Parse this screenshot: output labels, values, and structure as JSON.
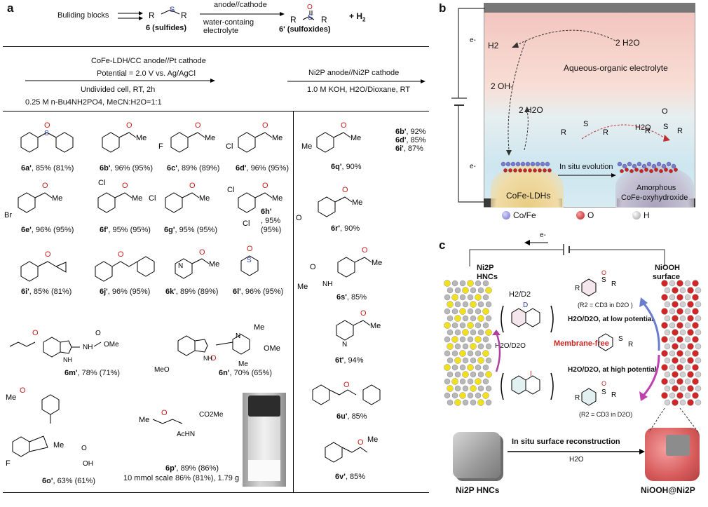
{
  "panel_a": {
    "letter": "a",
    "scheme": {
      "building_blocks": "Buliding blocks",
      "sulfide_label": "6 (sulfides)",
      "arrow1_top": "anode//cathode",
      "arrow1_bottom1": "water-containg",
      "arrow1_bottom2": "electrolyte",
      "sulfoxide_label": "6' (sulfoxides)",
      "byproduct": "+ H",
      "byproduct_sub": "2",
      "r1": "R",
      "r2": "R",
      "s": "S",
      "o": "O"
    },
    "conditions_left": {
      "line1": "CoFe-LDH/CC anode//Pt cathode",
      "line2": "Potential = 2.0 V vs. Ag/AgCl",
      "line3": "Undivided cell, RT, 2h",
      "line4": "0.25 M n-Bu4NH2PO4, MeCN:H2O=1:1"
    },
    "conditions_right": {
      "line1": "Ni2P anode//Ni2P cathode",
      "line2": "1.0 M KOH, H2O/Dioxane, RT"
    },
    "products_left": [
      {
        "id": "6a'",
        "yield": ", 85% (81%)"
      },
      {
        "id": "6b'",
        "yield": ", 96% (95%)"
      },
      {
        "id": "6c'",
        "yield": ", 89% (89%)"
      },
      {
        "id": "6d'",
        "yield": ", 96% (95%)"
      },
      {
        "id": "6e'",
        "yield": ", 96% (95%)"
      },
      {
        "id": "6f'",
        "yield": ", 95% (95%)"
      },
      {
        "id": "6g'",
        "yield": ", 95% (95%)"
      },
      {
        "id": "6h'",
        "yield": ", 95%",
        "yield2": "(95%)"
      },
      {
        "id": "6i'",
        "yield": ", 85% (81%)"
      },
      {
        "id": "6j'",
        "yield": ", 96% (95%)"
      },
      {
        "id": "6k'",
        "yield": ", 89% (89%)"
      },
      {
        "id": "6l'",
        "yield": ", 96% (95%)"
      },
      {
        "id": "6m'",
        "yield": ", 78% (71%)"
      },
      {
        "id": "6n'",
        "yield": ", 70% (65%)"
      },
      {
        "id": "6o'",
        "yield": ", 63% (61%)"
      },
      {
        "id": "6p'",
        "yield": ", 89% (86%)",
        "extra": "10 mmol scale 86% (81%), 1.79 g"
      }
    ],
    "products_right": [
      {
        "id": "6q'",
        "yield": ", 90%"
      },
      {
        "id": "6r'",
        "yield": ", 90%"
      },
      {
        "id": "6s'",
        "yield": ", 85%"
      },
      {
        "id": "6t'",
        "yield": ", 94%"
      },
      {
        "id": "6u'",
        "yield": ", 85%"
      },
      {
        "id": "6v'",
        "yield": ", 85%"
      }
    ],
    "side_yields": [
      {
        "id": "6b'",
        "yield": ", 92%"
      },
      {
        "id": "6d'",
        "yield": ", 85%"
      },
      {
        "id": "6i'",
        "yield": ", 87%"
      }
    ],
    "substituents": {
      "me": "Me",
      "f": "F",
      "cl": "Cl",
      "br": "Br",
      "ome": "OMe",
      "meo": "MeO",
      "nh": "NH",
      "n": "N",
      "h": "H",
      "o": "O",
      "oh": "OH",
      "acnh": "AcHN",
      "co2me": "CO2Me",
      "ac": "Ac"
    }
  },
  "panel_b": {
    "letter": "b",
    "h2": "H2",
    "h2o_top": "2 H2O",
    "electrolyte": "Aqueous-organic electrolyte",
    "oh": "2 OH-",
    "h2o_mid": "2 H2O",
    "h2o_right": "H2O",
    "electron_top": "e-",
    "electron_bottom": "e-",
    "evolution": "In situ evolution",
    "ldh": "CoFe-LDHs",
    "amorphous1": "Amorphous",
    "amorphous2": "CoFe-oxyhydroxide",
    "legend": [
      {
        "label": "Co/Fe",
        "color": "#6a6ad0"
      },
      {
        "label": "O",
        "color": "#c01818"
      },
      {
        "label": "H",
        "color": "#cccccc"
      }
    ],
    "colors": {
      "top": "#f4c8c2",
      "bottom": "#cfe6f1",
      "ldh_glow": "#e8d18f",
      "amorph_glow": "#b7b2c9"
    }
  },
  "panel_c": {
    "letter": "c",
    "electron": "e-",
    "ni2p_hncs": "Ni2P HNCs",
    "niooh_surface": "NiOOH surface",
    "h2d2": "H2/D2",
    "d": "D",
    "h2od2o_left": "H2O/D2O",
    "membrane_free": "Membrane-free",
    "r_note_top": "(R2 = CD3 in D2O )",
    "low_potential": "H2O/D2O, at low potential",
    "high_potential": "H2O/D2O, at high potential",
    "r_note_bottom": "(R2 = CD3 in D2O)",
    "reconstruction": "In situ surface reconstruction",
    "reconstruction_reagent": "H2O",
    "bottom_left": "Ni2P HNCs",
    "bottom_right": "NiOOH@Ni2P",
    "i_label": "I"
  }
}
